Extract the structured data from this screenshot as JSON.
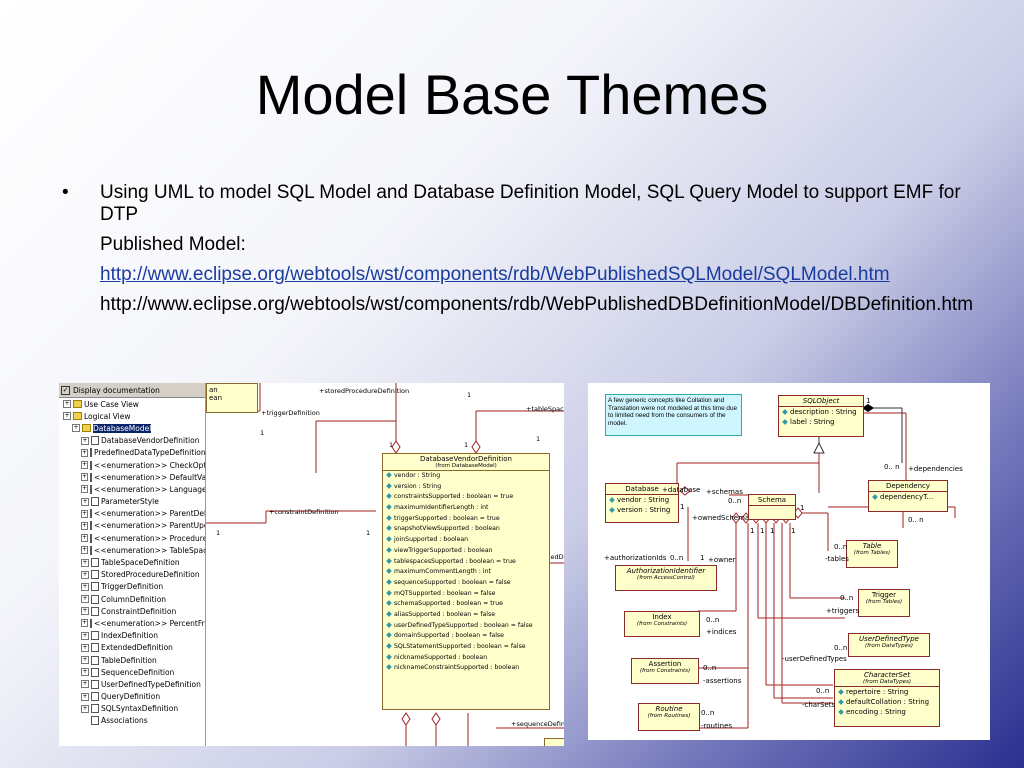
{
  "slide": {
    "title": "Model Base Themes",
    "bullet_marker": "•",
    "bullet_text": "Using UML to model SQL Model and Database Definition Model, SQL Query Model to support EMF for DTP",
    "published_label": "Published Model:",
    "link_sql": "http://www.eclipse.org/webtools/wst/components/rdb/WebPublishedSQLModel/SQLModel.htm",
    "link_db": "http://www.eclipse.org/webtools/wst/components/rdb/WebPublishedDBDefinitionModel/DBDefinition.htm"
  },
  "left_shot": {
    "tree_header": "Display documentation",
    "tree_items": [
      {
        "label": "Use Case View",
        "kind": "folder",
        "depth": 0
      },
      {
        "label": "Logical View",
        "kind": "folder",
        "depth": 0
      },
      {
        "label": "DatabaseModel",
        "kind": "folder",
        "depth": 1,
        "selected": true
      },
      {
        "label": "DatabaseVendorDefinition",
        "kind": "class",
        "depth": 2
      },
      {
        "label": "PredefinedDataTypeDefinition",
        "kind": "class",
        "depth": 2
      },
      {
        "label": "<<enumeration>> CheckOption",
        "kind": "class",
        "depth": 2
      },
      {
        "label": "<<enumeration>> DefaultValueType",
        "kind": "class",
        "depth": 2
      },
      {
        "label": "<<enumeration>> LanguageType",
        "kind": "class",
        "depth": 2
      },
      {
        "label": "ParameterStyle",
        "kind": "class",
        "depth": 2
      },
      {
        "label": "<<enumeration>> ParentDeleteDRIRuleT",
        "kind": "class",
        "depth": 2
      },
      {
        "label": "<<enumeration>> ParentUpdateDRIRule",
        "kind": "class",
        "depth": 2
      },
      {
        "label": "<<enumeration>> ProcedureType",
        "kind": "class",
        "depth": 2
      },
      {
        "label": "<<enumeration>> TableSpaceType",
        "kind": "class",
        "depth": 2
      },
      {
        "label": "TableSpaceDefinition",
        "kind": "class",
        "depth": 2
      },
      {
        "label": "StoredProcedureDefinition",
        "kind": "class",
        "depth": 2
      },
      {
        "label": "TriggerDefinition",
        "kind": "class",
        "depth": 2
      },
      {
        "label": "ColumnDefinition",
        "kind": "class",
        "depth": 2
      },
      {
        "label": "ConstraintDefinition",
        "kind": "class",
        "depth": 2
      },
      {
        "label": "<<enumeration>> PercentFreeTerminolog",
        "kind": "class",
        "depth": 2
      },
      {
        "label": "IndexDefinition",
        "kind": "class",
        "depth": 2
      },
      {
        "label": "ExtendedDefinition",
        "kind": "class",
        "depth": 2
      },
      {
        "label": "TableDefinition",
        "kind": "class",
        "depth": 2
      },
      {
        "label": "SequenceDefinition",
        "kind": "class",
        "depth": 2
      },
      {
        "label": "UserDefinedTypeDefinition",
        "kind": "class",
        "depth": 2
      },
      {
        "label": "QueryDefinition",
        "kind": "class",
        "depth": 2
      },
      {
        "label": "SQLSyntaxDefinition",
        "kind": "class",
        "depth": 2
      },
      {
        "label": "Associations",
        "kind": "assoc",
        "depth": 2
      }
    ],
    "vendor_box": {
      "title": "DatabaseVendorDefinition",
      "from": "(from DatabaseModel)",
      "attrs": [
        "vendor : String",
        "version : String",
        "constraintsSupported : boolean = true",
        "maximumIdentifierLength : int",
        "triggerSupported : boolean = true",
        "snapshotViewSupported : boolean",
        "joinSupported : boolean",
        "viewTriggerSupported : boolean",
        "tablespacesSupported : boolean = true",
        "maximumCommentLength : int",
        "sequenceSupported : boolean = false",
        "mQTSupported : boolean = false",
        "schemaSupported : boolean = true",
        "aliasSupported : boolean = false",
        "userDefinedTypeSupported : boolean = false",
        "domainSupported : boolean = false",
        "SQLStatementSupported : boolean = false",
        "nicknameSupported : boolean",
        "nicknameConstraintSupported : boolean"
      ]
    },
    "labels": {
      "stored_proc": "+storedProcedureDefinition",
      "trigger_def": "+triggerDefinition",
      "constraint_def": "+constraintDefinition",
      "tablespace": "+tableSpace",
      "predefined": "+predefinedD",
      "sequence_def": "+sequenceDefinit",
      "partial_an": "an",
      "partial_ean": "ean",
      "mult_1": "1"
    }
  },
  "right_shot": {
    "note": "A few generic concepts like Collation and Translation were not modeled at this time due to limited need from the consumers of the model.",
    "sqlobject": {
      "title": "SQLObject",
      "attrs": [
        "description : String",
        "label : String"
      ]
    },
    "dependency": {
      "title": "Dependency",
      "attrs": [
        "dependencyT..."
      ]
    },
    "database": {
      "title": "Database",
      "attrs": [
        "vendor : String",
        "version : String"
      ]
    },
    "schema": {
      "title": "Schema"
    },
    "authid": {
      "title": "AuthorizationIdentifier",
      "from": "(from AccessControl)"
    },
    "table": {
      "title": "Table",
      "from": "(from Tables)"
    },
    "trigger": {
      "title": "Trigger",
      "from": "(from Tables)"
    },
    "index": {
      "title": "Index",
      "from": "(from Constraints)"
    },
    "assertion": {
      "title": "Assertion",
      "from": "(from Constraints)"
    },
    "udt": {
      "title": "UserDefinedType",
      "from": "(from DataTypes)"
    },
    "charset": {
      "title": "CharacterSet",
      "from": "(from DataTypes)",
      "attrs": [
        "repertoire : String",
        "defaultCollation : String",
        "encoding : String"
      ]
    },
    "routine": {
      "title": "Routine",
      "from": "(from Routines)"
    },
    "labels": {
      "dependencies": "+dependencies",
      "database": "+database",
      "schemas": "+schemas",
      "owned_schema": "+ownedSchema",
      "owner": "+owner",
      "auth_ids": "+authorizationIds",
      "tables": "-tables",
      "triggers": "+triggers",
      "indices": "+indices",
      "assertions": "-assertions",
      "udts": "-userDefinedTypes",
      "charsets": "-charSets",
      "routines": "-routines",
      "m0n": "0..n",
      "m1": "1",
      "m0n_alt": "0.. n"
    }
  }
}
